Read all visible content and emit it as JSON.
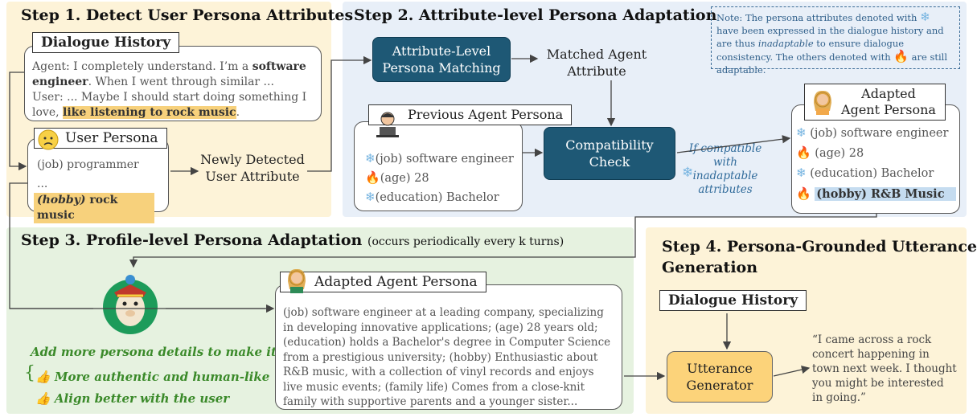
{
  "steps": {
    "s1": "Step 1. Detect User Persona Attributes",
    "s2": "Step 2. Attribute-level Persona Adaptation",
    "s3": "Step 3. Profile-level Persona Adaptation",
    "s3_suffix": "(occurs periodically every k turns)",
    "s4_line1": "Step 4. Persona-Grounded Utterance",
    "s4_line2": "Generation"
  },
  "dialogue_history": {
    "title": "Dialogue History",
    "agent_prefix": "Agent: I completely understand. I’m a ",
    "agent_bold": "software engineer",
    "agent_suffix": ". When I went through similar ...",
    "user_prefix": "User: ... Maybe I should start doing something I love, ",
    "user_highlight": "like listening to rock music",
    "user_suffix": "."
  },
  "user_persona": {
    "title": "User Persona",
    "job": "(job) programmer",
    "ellipsis": "...",
    "hobby_label": "(hobby)",
    "hobby_value": " rock music"
  },
  "newly_detected": "Newly Detected User Attribute",
  "attr_matching": "Attribute-Level Persona Matching",
  "matched_agent": "Matched Agent Attribute",
  "previous_agent": {
    "title": "Previous Agent Persona",
    "job": "(job) software engineer",
    "age": "(age) 28",
    "education": "(education) Bachelor"
  },
  "compat_check": "Compatibility Check",
  "if_compatible": "If compatible with inadaptable attributes",
  "note": {
    "part1": "Note: The persona attributes denoted with ",
    "part2": " have been expressed in the dialogue history and are thus ",
    "inadaptable": "inadaptable",
    "part3": " to ensure dialogue consistency. The others denoted with ",
    "part4": " are still adaptable."
  },
  "adapted_agent": {
    "title": "Adapted Agent Persona",
    "job": "(job) software engineer",
    "age": "(age) 28",
    "education": "(education) Bachelor",
    "hobby": "(hobby) R&B Music"
  },
  "profile_persona": {
    "title": "Adapted Agent Persona",
    "text": "(job) software engineer at a leading company, specializing in developing innovative applications; (age) 28 years old; (education) holds a Bachelor's degree in Computer Science from a prestigious university; (hobby) Enthusiastic about R&B music, with a collection of vinyl records and enjoys live music events; (family life) Comes from a close-knit family with supportive parents and a younger sister..."
  },
  "green": {
    "line1": "Add more persona details  to make it",
    "line2": "More authentic and human-like",
    "line3": "Align better with the user"
  },
  "step4": {
    "dialogue_history": "Dialogue History",
    "generator": "Utterance Generator",
    "quote": "“I came across a rock concert happening in town next week. I thought you might be interested in going.”"
  },
  "colors": {
    "panel_yellow": "#fdf3d8",
    "panel_blue": "#e8eff8",
    "panel_green": "#e6f2e0",
    "dark_box": "#1e5875",
    "highlight": "#f7d17c",
    "generator": "#fcd37a"
  },
  "icons": [
    "sad-face-icon",
    "person-laptop-icon",
    "woman-avatar-icon",
    "llama-icon",
    "snowflake-icon",
    "fire-icon",
    "thumbs-up-icon"
  ]
}
